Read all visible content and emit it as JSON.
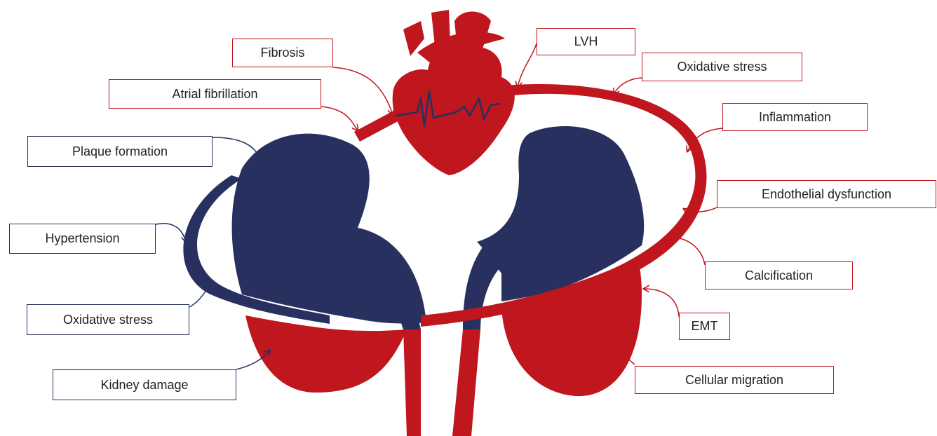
{
  "colors": {
    "red": "#C0161D",
    "navy": "#27305E",
    "red_accent": "#B51A1F",
    "navy_accent": "#2B3566"
  },
  "figure": {
    "left_labels": {
      "plaque_formation": "Plaque formation",
      "hypertension": "Hypertension",
      "oxidative_stress": "Oxidative stress",
      "kidney_damage": "Kidney damage"
    },
    "top_labels": {
      "fibrosis": "Fibrosis",
      "atrial_fibrillation": "Atrial fibrillation",
      "lvh": "LVH"
    },
    "right_labels": {
      "oxidative_stress": "Oxidative stress",
      "inflammation": "Inflammation",
      "endothelial_dysfunction": "Endothelial dysfunction",
      "calcification": "Calcification",
      "emt": "EMT",
      "cellular_migration": "Cellular migration"
    },
    "icons": [
      "heart-icon",
      "left-kidney-icon",
      "right-kidney-icon",
      "ecg-trace-icon"
    ]
  }
}
